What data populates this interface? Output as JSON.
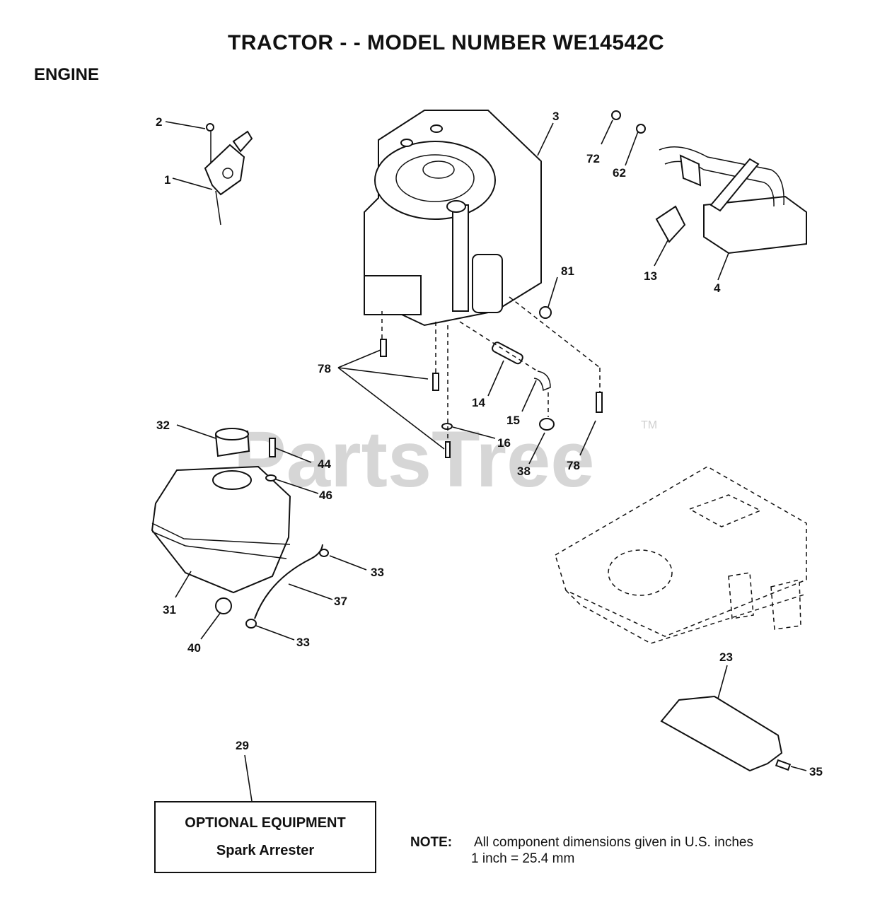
{
  "title": "TRACTOR - - MODEL NUMBER WE14542C",
  "section": "ENGINE",
  "watermark": "PartsTree",
  "watermark_tm": "TM",
  "callouts": [
    {
      "id": "c1",
      "label": "1"
    },
    {
      "id": "c2",
      "label": "2"
    },
    {
      "id": "c3",
      "label": "3"
    },
    {
      "id": "c4",
      "label": "4"
    },
    {
      "id": "c13",
      "label": "13"
    },
    {
      "id": "c14",
      "label": "14"
    },
    {
      "id": "c15",
      "label": "15"
    },
    {
      "id": "c16",
      "label": "16"
    },
    {
      "id": "c23",
      "label": "23"
    },
    {
      "id": "c29",
      "label": "29"
    },
    {
      "id": "c31",
      "label": "31"
    },
    {
      "id": "c32",
      "label": "32"
    },
    {
      "id": "c33a",
      "label": "33"
    },
    {
      "id": "c33b",
      "label": "33"
    },
    {
      "id": "c35",
      "label": "35"
    },
    {
      "id": "c37",
      "label": "37"
    },
    {
      "id": "c38",
      "label": "38"
    },
    {
      "id": "c40",
      "label": "40"
    },
    {
      "id": "c44",
      "label": "44"
    },
    {
      "id": "c46",
      "label": "46"
    },
    {
      "id": "c62",
      "label": "62"
    },
    {
      "id": "c72",
      "label": "72"
    },
    {
      "id": "c78a",
      "label": "78"
    },
    {
      "id": "c78b",
      "label": "78"
    },
    {
      "id": "c81",
      "label": "81"
    }
  ],
  "optional": {
    "heading": "OPTIONAL EQUIPMENT",
    "item": "Spark Arrester"
  },
  "note": {
    "label": "NOTE:",
    "line1": "All component dimensions given in U.S. inches",
    "line2": "1 inch = 25.4 mm"
  }
}
